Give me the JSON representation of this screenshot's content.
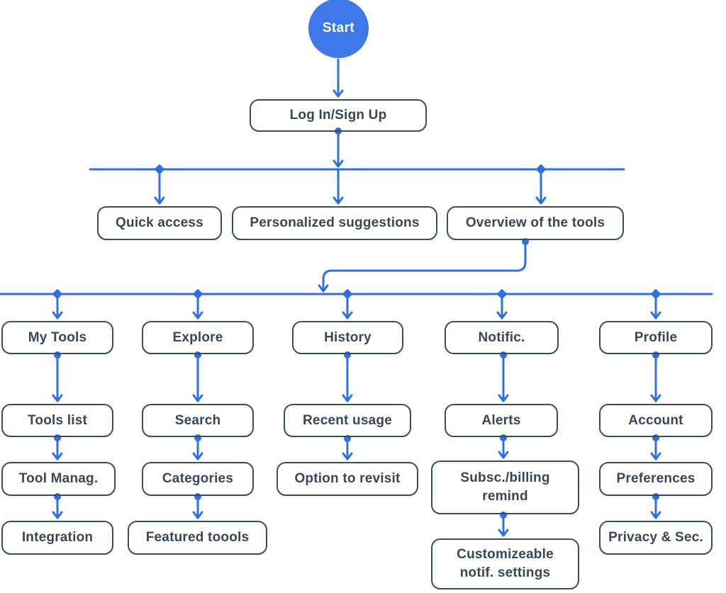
{
  "colors": {
    "node_border": "#3e4a62",
    "node_text": "#3a445a",
    "connector": "#2e6fe6",
    "start_fill": "#3d79e8",
    "start_text": "#ffffff",
    "background": "#ffffff"
  },
  "nodes": {
    "start": {
      "label": "Start"
    },
    "login": {
      "label": "Log In/Sign Up"
    },
    "quick_access": {
      "label": "Quick access"
    },
    "personalized": {
      "label": "Personalized suggestions"
    },
    "overview": {
      "label": "Overview of the tools"
    },
    "my_tools": {
      "label": "My Tools"
    },
    "explore": {
      "label": "Explore"
    },
    "history": {
      "label": "History"
    },
    "notific": {
      "label": "Notific."
    },
    "profile": {
      "label": "Profile"
    },
    "tools_list": {
      "label": "Tools list"
    },
    "search": {
      "label": "Search"
    },
    "recent_usage": {
      "label": "Recent usage"
    },
    "alerts": {
      "label": "Alerts"
    },
    "account": {
      "label": "Account"
    },
    "tool_manag": {
      "label": "Tool Manag."
    },
    "categories": {
      "label": "Categories"
    },
    "option_revisit": {
      "label": "Option to revisit"
    },
    "subsc_billing": {
      "label": "Subsc./billing remind"
    },
    "preferences": {
      "label": "Preferences"
    },
    "integration": {
      "label": "Integration"
    },
    "featured": {
      "label": "Featured toools"
    },
    "customizeable": {
      "label": "Customizeable notif. settings"
    },
    "privacy": {
      "label": "Privacy & Sec."
    }
  }
}
